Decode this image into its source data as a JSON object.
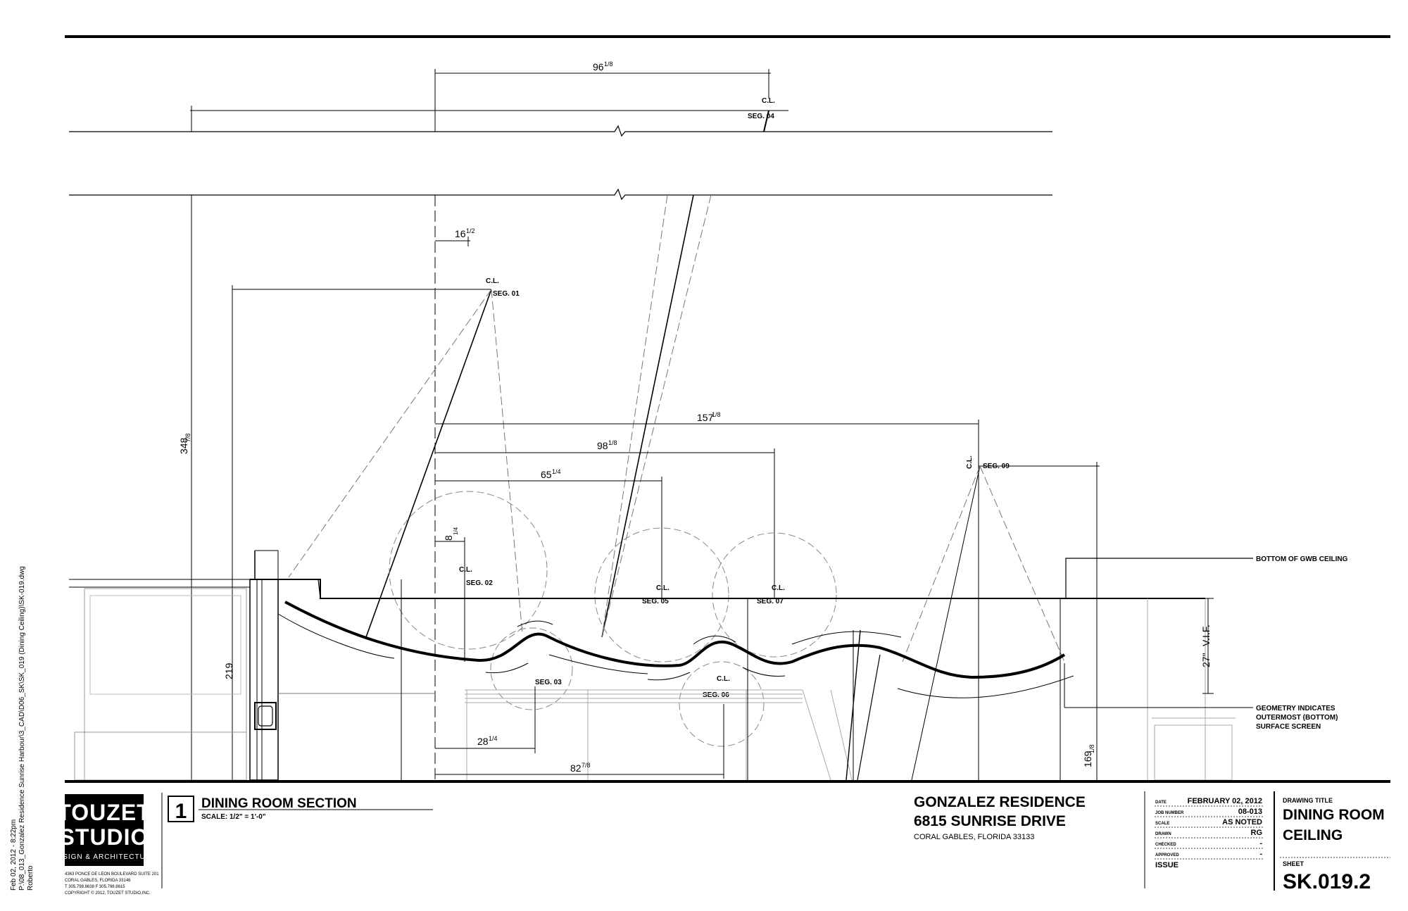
{
  "dimensions": {
    "d96": "96",
    "d96_frac": "1/8",
    "d16": "16",
    "d16_frac": "1/2",
    "d348": "348",
    "d348_frac": "7/8",
    "d157": "157",
    "d157_frac": "1/8",
    "d98": "98",
    "d98_frac": "1/8",
    "d65": "65",
    "d65_frac": "1/4",
    "d8": "8",
    "d8_frac": "1/4",
    "d219": "219",
    "d28": "28",
    "d28_frac": "1/4",
    "d82": "82",
    "d82_frac": "7/8",
    "d169": "169",
    "d169_frac": "1/8",
    "d27": "27\"",
    "vif": "V.I.F."
  },
  "labels": {
    "cl": "C.L.",
    "seg01": "SEG. 01",
    "seg02": "SEG. 02",
    "seg03": "SEG. 03",
    "seg04": "SEG. 04",
    "seg05": "SEG. 05",
    "seg06": "SEG. 06",
    "seg07": "SEG. 07",
    "seg09": "SEG. 09",
    "bottom_gwb": "BOTTOM OF GWB CEILING",
    "geom1": "GEOMETRY INDICATES",
    "geom2": "OUTERMOST (BOTTOM)",
    "geom3": "SURFACE SCREEN"
  },
  "title_block": {
    "firm_line1": "TOUZET",
    "firm_line2": "STUDIO",
    "firm_tagline": "DESIGN & ARCHITECTURE",
    "firm_addr1": "4363 PONCE DE LEON BOULEVARD   SUITE 201",
    "firm_addr2": "CORAL GABLES, FLORIDA  33146",
    "firm_addr3": "T 305.798.8638    F 305.798.8615",
    "firm_copy": "COPYRIGHT © 2012, TOUZET STUDIO,INC.",
    "detail_number": "1",
    "detail_title": "DINING ROOM SECTION",
    "detail_scale": "SCALE: 1/2\" = 1'-0\"",
    "project_name": "GONZALEZ RESIDENCE",
    "project_address": "6815 SUNRISE DRIVE",
    "project_city": "CORAL GABLES, FLORIDA 33133",
    "info_date_label": "DATE",
    "info_date": "FEBRUARY 02, 2012",
    "info_job_label": "JOB NUMBER",
    "info_job": "08-013",
    "info_scale_label": "SCALE",
    "info_scale": "AS NOTED",
    "info_drawn_label": "DRAWN",
    "info_drawn": "RG",
    "info_checked_label": "CHECKED",
    "info_checked": "-",
    "info_approved_label": "APPROVED",
    "info_approved": "-",
    "info_issue_label": "ISSUE",
    "drawing_title_label": "DRAWING TITLE",
    "drawing_title_1": "DINING ROOM",
    "drawing_title_2": "CEILING",
    "sheet_label": "SHEET",
    "sheet_number": "SK.019.2"
  },
  "side_note": {
    "line1": "Feb 02, 2012 - 8:22pm",
    "line2": "P:\\08_013_Gonzalez Residence Sunrise Harbour\\3_CAD\\D06_SK\\SK_019 (Dining Ceiling)\\SK-019.dwg",
    "line3": "Roberto"
  }
}
